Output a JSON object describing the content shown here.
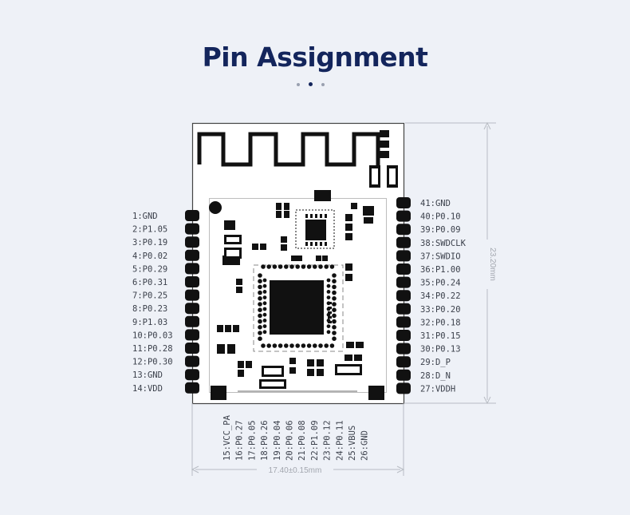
{
  "title": "Pin Assignment",
  "page_indicator": {
    "count": 3,
    "active": 2
  },
  "colors": {
    "background": "#eef1f7",
    "title": "#13255c",
    "outline": "#444444",
    "pad": "#111111",
    "dimension": "#b4b8c0"
  },
  "pins_left": [
    "1:GND",
    "2:P1.05",
    "3:P0.19",
    "4:P0.02",
    "5:P0.29",
    "6:P0.31",
    "7:P0.25",
    "8:P0.23",
    "9:P1.03",
    "10:P0.03",
    "11:P0.28",
    "12:P0.30",
    "13:GND",
    "14:VDD"
  ],
  "pins_right": [
    "41:GND",
    "40:P0.10",
    "39:P0.09",
    "38:SWDCLK",
    "37:SWDIO",
    "36:P1.00",
    "35:P0.24",
    "34:P0.22",
    "33:P0.20",
    "32:P0.18",
    "31:P0.15",
    "30:P0.13",
    "29:D_P",
    "28:D_N",
    "27:VDDH"
  ],
  "pins_bottom": [
    "15:VCC_PA",
    "16:P0.27",
    "17:P0.05",
    "18:P0.26",
    "19:P0.04",
    "20:P0.06",
    "21:P0.08",
    "22:P1.09",
    "23:P0.12",
    "24:P0.11",
    "25:VBUS",
    "26:GND"
  ],
  "dimensions": {
    "width": "17.40±0.15mm",
    "height": "23.20mm"
  }
}
